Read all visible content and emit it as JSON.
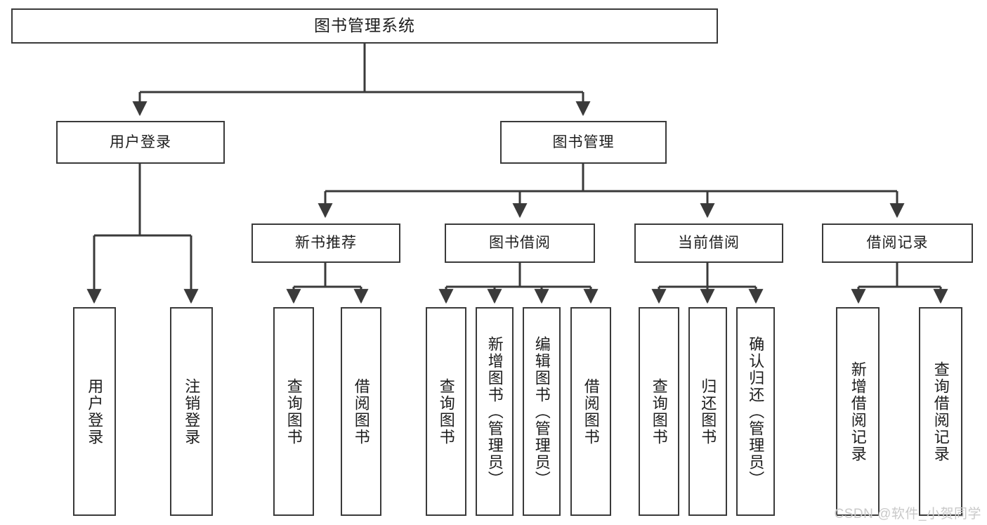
{
  "diagram": {
    "title": "图书管理系统",
    "watermark": "CSDN @软件_小贺同学",
    "root": {
      "id": "root",
      "label": "图书管理系统"
    },
    "level1": [
      {
        "id": "user-login",
        "label": "用户登录"
      },
      {
        "id": "book-manage",
        "label": "图书管理"
      }
    ],
    "level2": [
      {
        "id": "new-book-rec",
        "label": "新书推荐",
        "parent": "book-manage"
      },
      {
        "id": "book-borrow",
        "label": "图书借阅",
        "parent": "book-manage"
      },
      {
        "id": "current-borrow",
        "label": "当前借阅",
        "parent": "book-manage"
      },
      {
        "id": "borrow-record",
        "label": "借阅记录",
        "parent": "book-manage"
      }
    ],
    "leaves": [
      {
        "id": "leaf-user-login",
        "label": "用户登录",
        "parent": "user-login"
      },
      {
        "id": "leaf-user-logout",
        "label": "注销登录",
        "parent": "user-login"
      },
      {
        "id": "leaf-query-book-1",
        "label": "查询图书",
        "parent": "new-book-rec"
      },
      {
        "id": "leaf-borrow-book-1",
        "label": "借阅图书",
        "parent": "new-book-rec"
      },
      {
        "id": "leaf-query-book-2",
        "label": "查询图书",
        "parent": "book-borrow"
      },
      {
        "id": "leaf-add-book",
        "label": "新增图书（管理员）",
        "parent": "book-borrow"
      },
      {
        "id": "leaf-edit-book",
        "label": "编辑图书（管理员）",
        "parent": "book-borrow"
      },
      {
        "id": "leaf-borrow-book-2",
        "label": "借阅图书",
        "parent": "book-borrow"
      },
      {
        "id": "leaf-query-book-3",
        "label": "查询图书",
        "parent": "current-borrow"
      },
      {
        "id": "leaf-return-book",
        "label": "归还图书",
        "parent": "current-borrow"
      },
      {
        "id": "leaf-confirm-return",
        "label": "确认归还（管理员）",
        "parent": "current-borrow"
      },
      {
        "id": "leaf-add-record",
        "label": "新增借阅记录",
        "parent": "borrow-record"
      },
      {
        "id": "leaf-query-record",
        "label": "查询借阅记录",
        "parent": "borrow-record"
      }
    ],
    "colors": {
      "stroke": "#3a3a3a",
      "text": "#1d1d1d",
      "background": "#ffffff",
      "watermark": "#c9c9c9"
    }
  }
}
